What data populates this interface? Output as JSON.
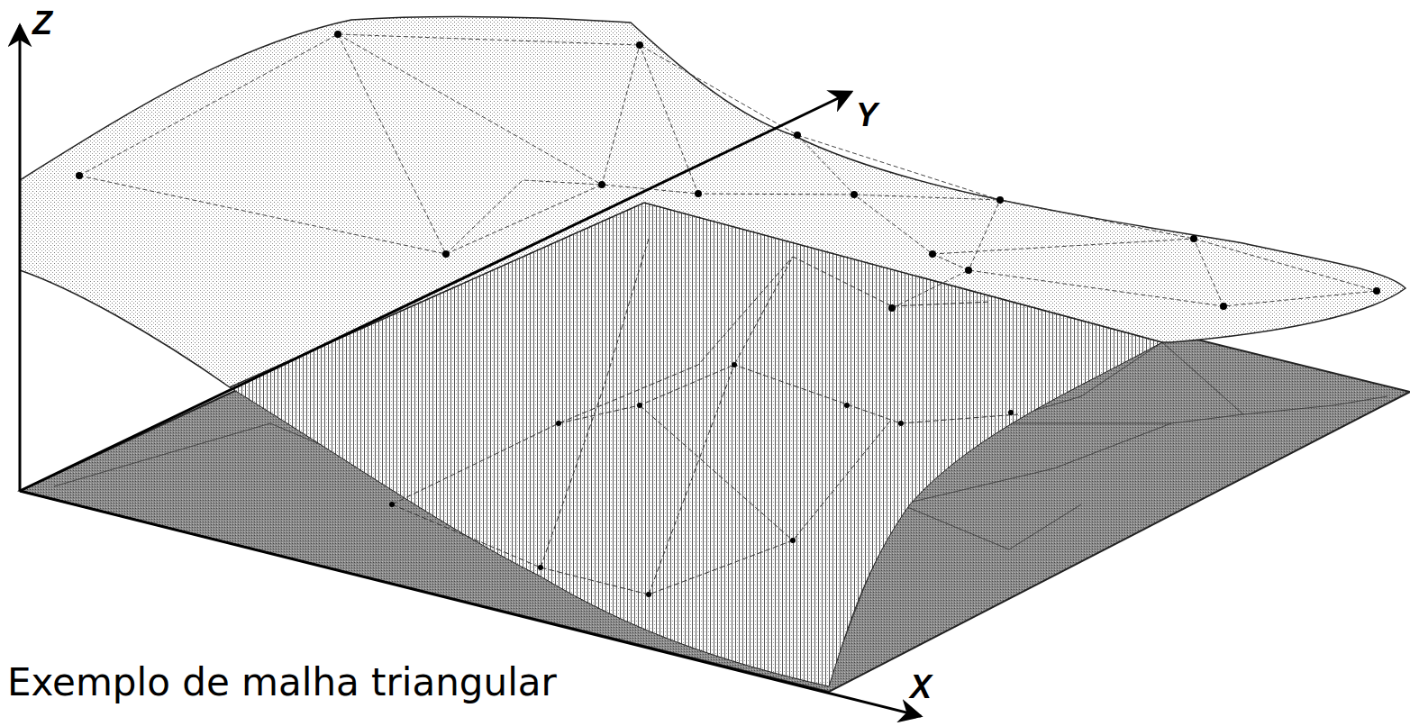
{
  "diagram": {
    "caption": "Exemplo de malha triangular",
    "labels": [
      "Z",
      "Y",
      "X"
    ]
  }
}
